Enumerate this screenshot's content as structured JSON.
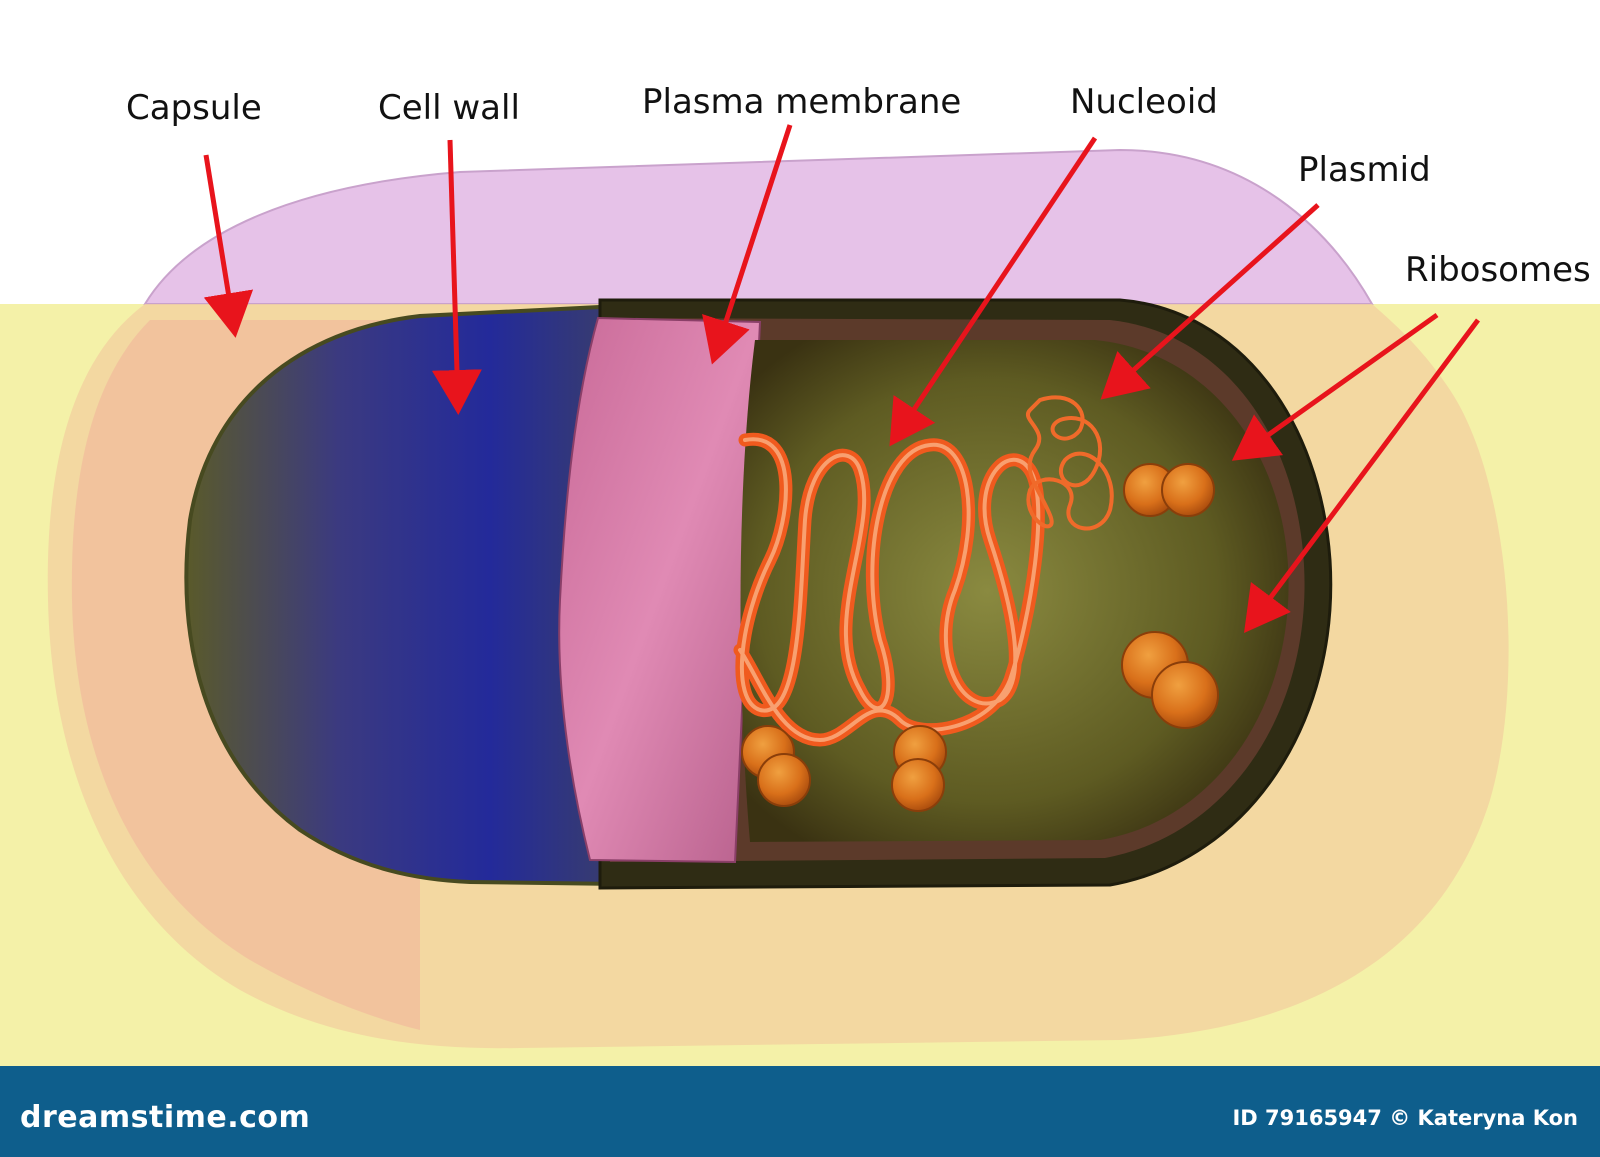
{
  "labels": {
    "capsule": "Capsule",
    "cell_wall": "Cell wall",
    "plasma_membrane": "Plasma membrane",
    "nucleoid": "Nucleoid",
    "plasmid": "Plasmid",
    "ribosomes": "Ribosomes"
  },
  "footer": {
    "site": "dreamstime.com",
    "credit": "ID 79165947 © Kateryna Kon"
  },
  "colors": {
    "background_upper": "#ffffff",
    "background_lower": "#f4f1a8",
    "capsule_upper": "#e6c2e8",
    "capsule_lower": "#f2d3a0",
    "cell_wall": "#2a2f8c",
    "plasma_membrane": "#d77aa8",
    "cytoplasm": "#6b6a22",
    "nucleoid": "#f05a1e",
    "ribosome": "#e07a1c",
    "arrow": "#e8141c",
    "footer": "#0e5e8c"
  }
}
